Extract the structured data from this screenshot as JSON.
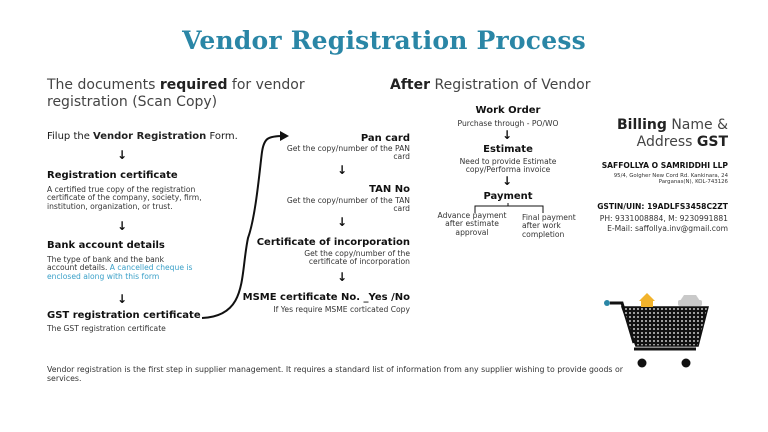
{
  "title": "Vendor Registration Process",
  "left_header": {
    "pre": "The documents ",
    "bold": "required",
    "post": " for vendor registration (Scan Copy)"
  },
  "right_header": {
    "bold": "After",
    "rest": " Registration of Vendor"
  },
  "arrow_glyph": "↓",
  "left_flow": {
    "intro": {
      "pre": "Filup the ",
      "bold": "Vendor Registration",
      "post": " Form."
    },
    "reg_cert": {
      "title": "Registration certificate",
      "desc": "A certified true copy of the registration certificate of the company, society, firm, institution, organization, or trust."
    },
    "bank": {
      "title": "Bank account details",
      "desc": "The type of bank and the bank account details.",
      "desc_blue": " A cancelled cheque is enclosed along with this form"
    },
    "gst": {
      "title": "GST registration certificate",
      "desc": "The GST registration certificate"
    }
  },
  "middle_flow": {
    "pan": {
      "title": "Pan card",
      "desc": "Get the copy/number of the PAN card"
    },
    "tan": {
      "title": "TAN No",
      "desc": "Get the copy/number of the TAN card"
    },
    "coi": {
      "title": "Certificate of incorporation",
      "desc": "Get the copy/number of the certificate of incorporation"
    },
    "msme": {
      "title": "MSME certificate No. _Yes /No",
      "desc": "If Yes require MSME corticated Copy"
    }
  },
  "after_flow": {
    "work_order": {
      "title": "Work Order",
      "desc": "Purchase through - PO/WO"
    },
    "estimate": {
      "title": "Estimate",
      "desc": "Need to provide Estimate copy/Performa invoice"
    },
    "payment": {
      "title": "Payment",
      "left": "Advance payment after estimate approval",
      "right": "Final payment after work completion"
    }
  },
  "billing": {
    "heading_bold1": "Billing",
    "heading_rest1": " Name &",
    "heading_rest2": "Address ",
    "heading_bold2": "GST",
    "company": "SAFFOLLYA O SAMRIDDHI LLP",
    "address": "95/4, Golgher New Cord Rd. Kankinara, 24 Parganas(N), KOL-743126",
    "gstin": "GSTIN/UIN: 19ADLFS3458C2ZT",
    "phone": "PH: 9331008884, M: 9230991881",
    "email": "E-Mail: saffollya.inv@gmail.com"
  },
  "footer": "Vendor registration is the first step in supplier management. It requires a standard list of information from any supplier wishing to provide goods or services.",
  "colors": {
    "title": "#2a86a6",
    "accent": "#3aa0c8",
    "text": "#1a1a1a"
  },
  "icons": [
    "cart-icon",
    "house-icon",
    "car-icon"
  ]
}
